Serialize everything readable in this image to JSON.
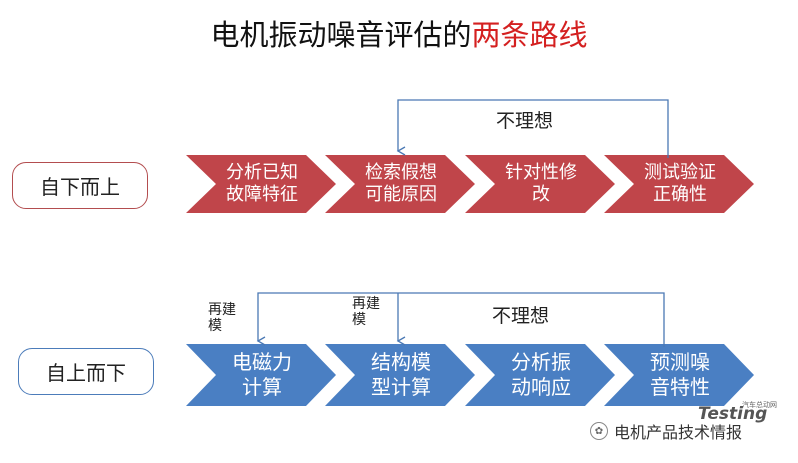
{
  "title": {
    "main": "电机振动噪音评估的",
    "highlight": "两条路线"
  },
  "colors": {
    "top_chevron": "#c0454a",
    "bottom_chevron": "#4a7fc3",
    "connector": "#4a78b4",
    "highlight": "#d42020"
  },
  "rows": [
    {
      "label": "自下而上",
      "steps": [
        {
          "line1": "分析已知",
          "line2": "故障特征"
        },
        {
          "line1": "检索假想",
          "line2": "可能原因"
        },
        {
          "line1": "针对性修",
          "line2": "改"
        },
        {
          "line1": "测试验证",
          "line2": "正确性"
        }
      ],
      "feedback": "不理想"
    },
    {
      "label": "自上而下",
      "steps": [
        {
          "line1": "电磁力",
          "line2": "计算"
        },
        {
          "line1": "结构模",
          "line2": "型计算"
        },
        {
          "line1": "分析振",
          "line2": "动响应"
        },
        {
          "line1": "预测噪",
          "line2": "音特性"
        }
      ],
      "feedback": "不理想",
      "rebuild_1": {
        "line1": "再建",
        "line2": "模"
      },
      "rebuild_2": {
        "line1": "再建",
        "line2": "模"
      }
    }
  ],
  "footer": {
    "icon": "wechat-icon",
    "text": "电机产品技术情报",
    "watermark": "Testing",
    "watermark_small": "汽车总动网"
  }
}
